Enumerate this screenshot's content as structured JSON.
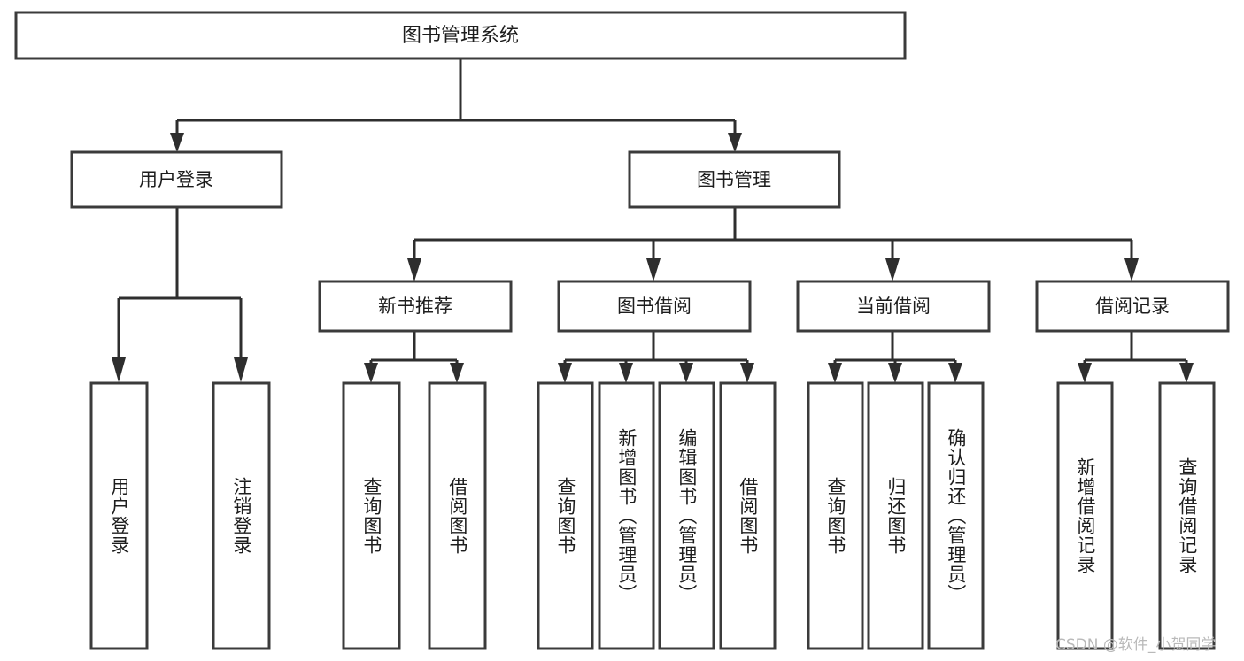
{
  "diagram": {
    "type": "tree",
    "title": "图书管理系统",
    "root": {
      "id": "root",
      "label": "图书管理系统"
    },
    "level1": [
      {
        "id": "user-login",
        "label": "用户登录"
      },
      {
        "id": "book-management",
        "label": "图书管理"
      }
    ],
    "level2": [
      {
        "id": "new-book-recommend",
        "label": "新书推荐",
        "parent": "book-management"
      },
      {
        "id": "book-borrow",
        "label": "图书借阅",
        "parent": "book-management"
      },
      {
        "id": "current-borrow",
        "label": "当前借阅",
        "parent": "book-management"
      },
      {
        "id": "borrow-record",
        "label": "借阅记录",
        "parent": "book-management"
      }
    ],
    "leaves": [
      {
        "id": "leaf-user-login",
        "label": "用户登录",
        "parent": "user-login"
      },
      {
        "id": "leaf-logout",
        "label": "注销登录",
        "parent": "user-login"
      },
      {
        "id": "leaf-query-book-1",
        "label": "查询图书",
        "parent": "new-book-recommend"
      },
      {
        "id": "leaf-borrow-book-1",
        "label": "借阅图书",
        "parent": "new-book-recommend"
      },
      {
        "id": "leaf-query-book-2",
        "label": "查询图书",
        "parent": "book-borrow"
      },
      {
        "id": "leaf-add-book",
        "label": "新增图书（管理员）",
        "parent": "book-borrow"
      },
      {
        "id": "leaf-edit-book",
        "label": "编辑图书（管理员）",
        "parent": "book-borrow"
      },
      {
        "id": "leaf-borrow-book-2",
        "label": "借阅图书",
        "parent": "book-borrow"
      },
      {
        "id": "leaf-query-book-3",
        "label": "查询图书",
        "parent": "current-borrow"
      },
      {
        "id": "leaf-return-book",
        "label": "归还图书",
        "parent": "current-borrow"
      },
      {
        "id": "leaf-confirm-return",
        "label": "确认归还（管理员）",
        "parent": "current-borrow"
      },
      {
        "id": "leaf-add-record",
        "label": "新增借阅记录",
        "parent": "borrow-record"
      },
      {
        "id": "leaf-query-record",
        "label": "查询借阅记录",
        "parent": "borrow-record"
      }
    ],
    "colors": {
      "box_stroke": "#3b3b3b",
      "box_fill": "#ffffff",
      "connector": "#2e2e2e",
      "text": "#1d1d1d",
      "background": "#ffffff",
      "watermark": "#b9b9b9"
    }
  },
  "watermark": {
    "text": "CSDN @软件_小贺同学"
  }
}
